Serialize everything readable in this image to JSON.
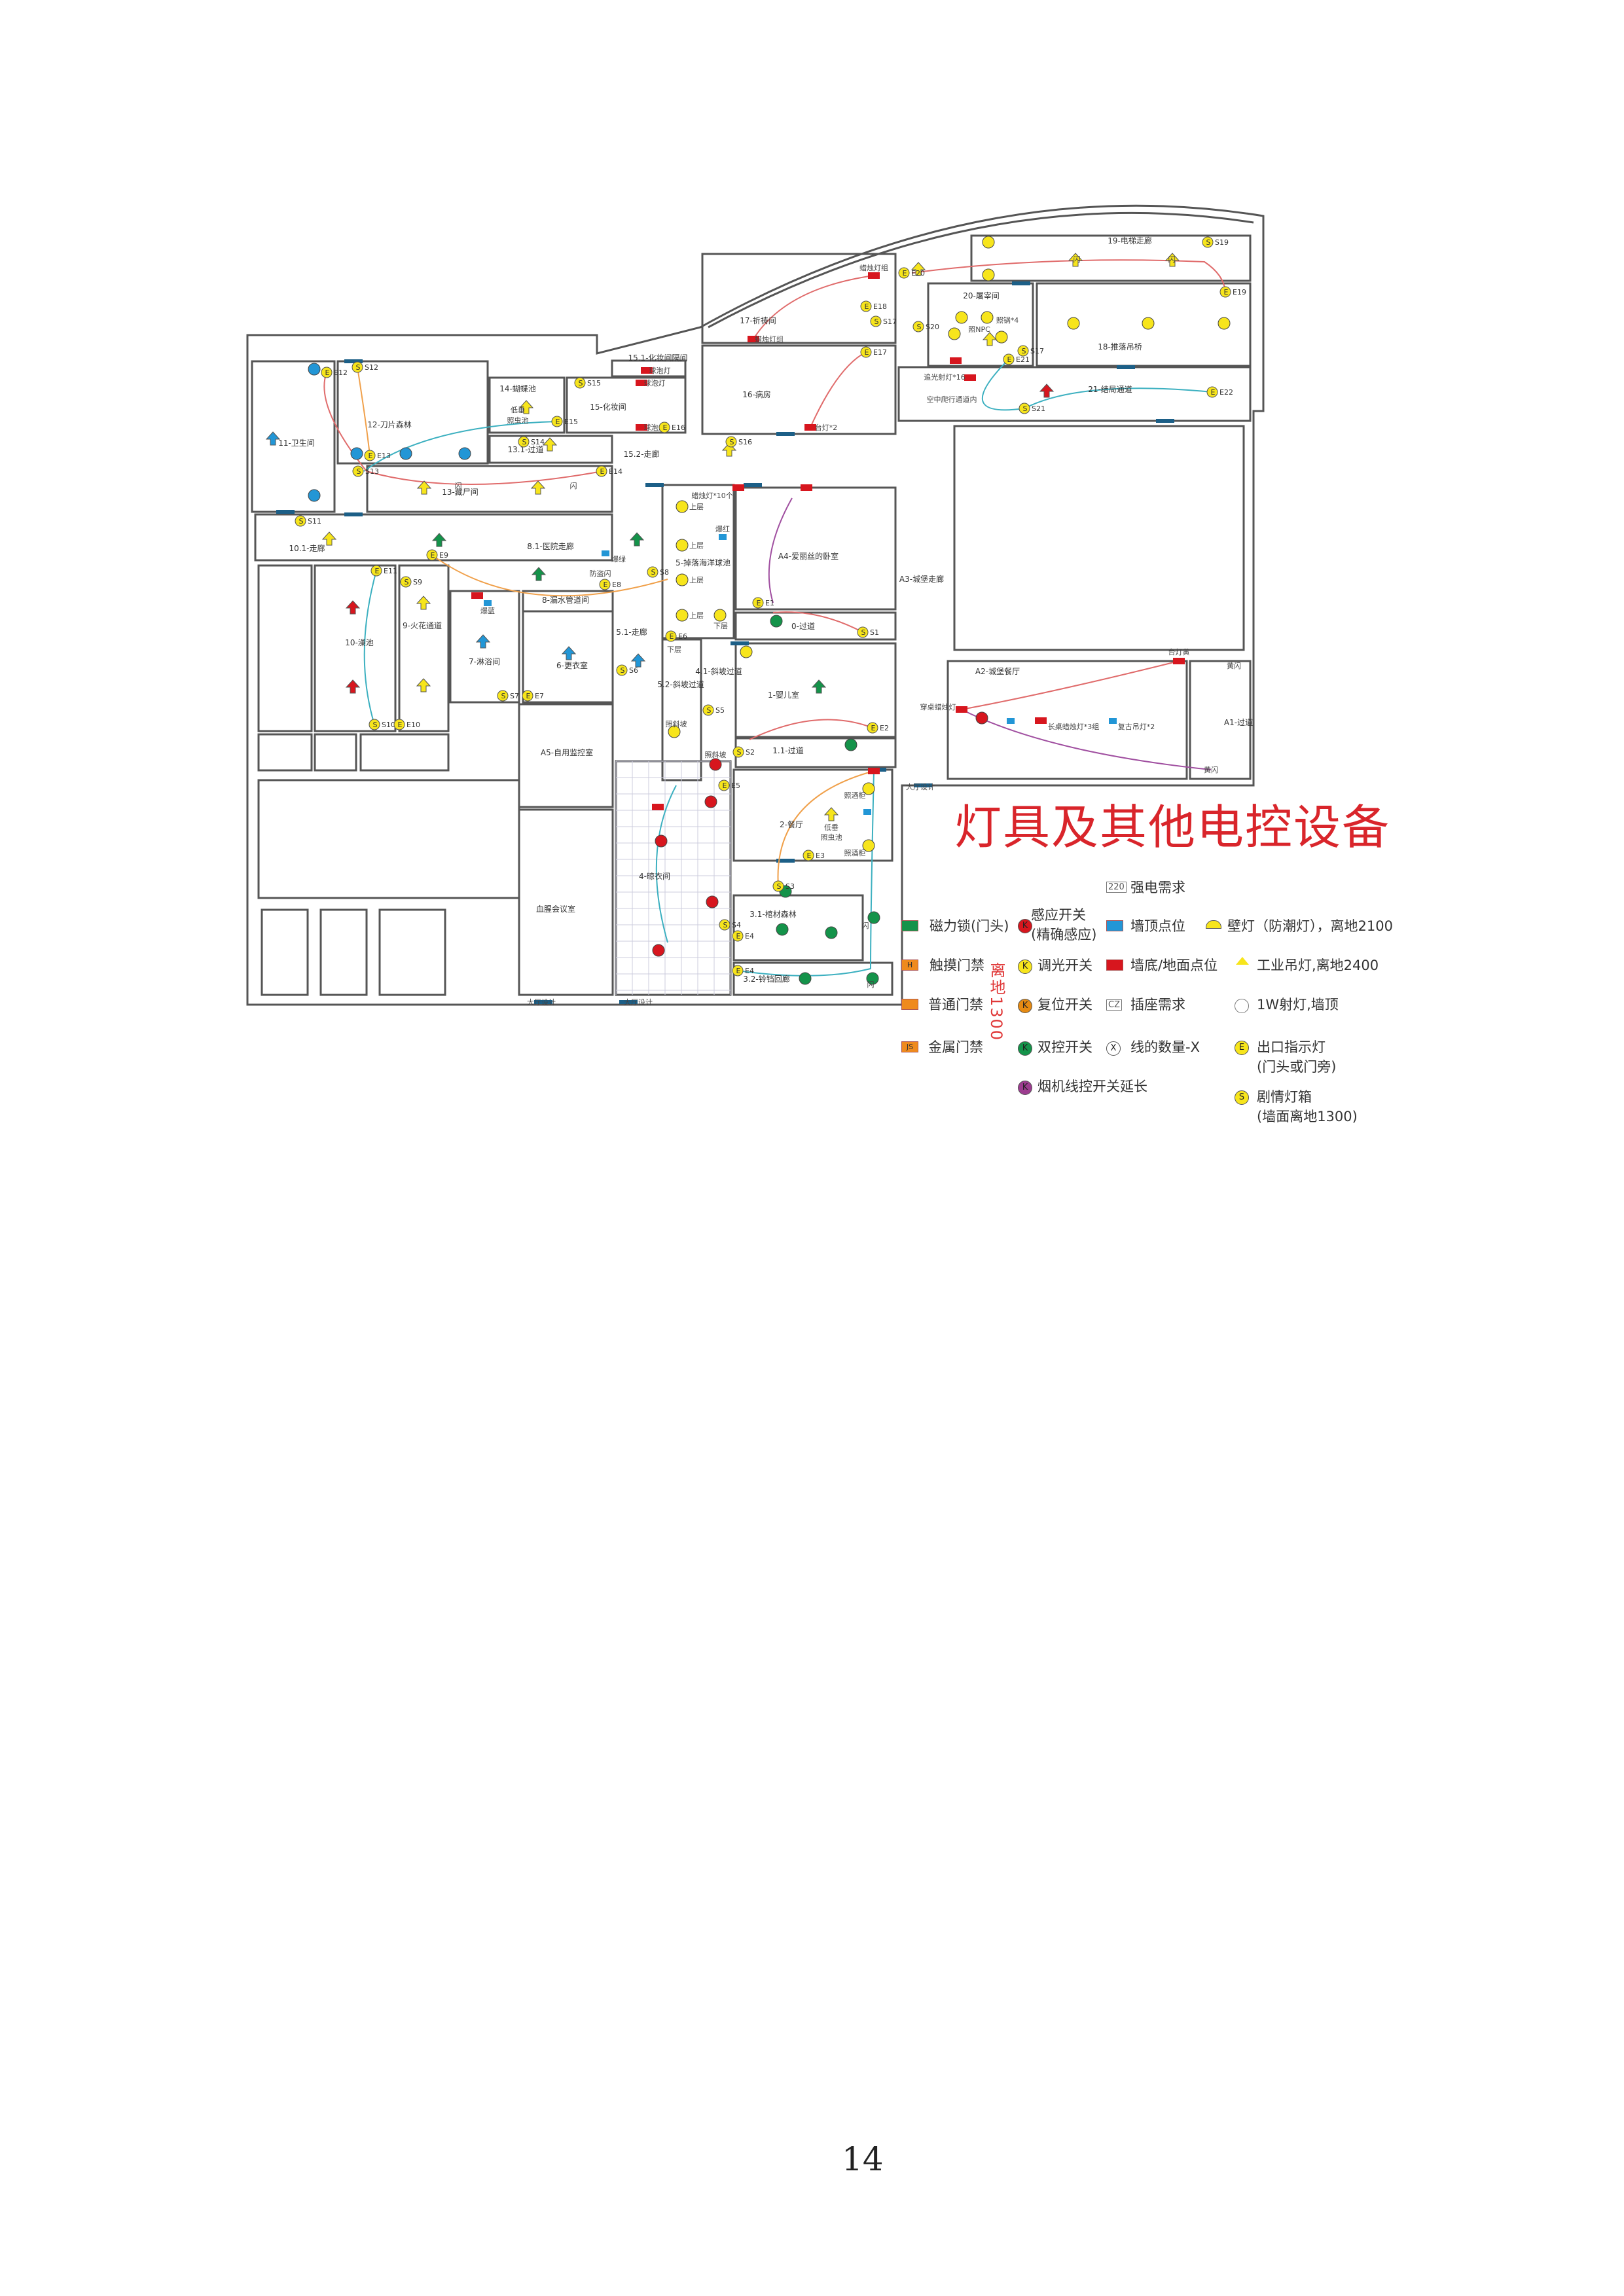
{
  "title": "灯具及其他电控设备",
  "page_number": "14",
  "legend": {
    "height_note": "离地1300",
    "items": [
      {
        "key": "strong_power",
        "label": "强电需求",
        "symbol": "220"
      },
      {
        "key": "maglock",
        "label": "磁力锁(门头)",
        "color": "#14934a"
      },
      {
        "key": "touch_access",
        "label": "触摸门禁",
        "color": "#ef8a1e",
        "symbol": "H"
      },
      {
        "key": "normal_access",
        "label": "普通门禁",
        "color": "#ef8a1e"
      },
      {
        "key": "metal_access",
        "label": "金属门禁",
        "color": "#ef8a1e",
        "symbol": "JS"
      },
      {
        "key": "sensor_switch",
        "label": "感应开关",
        "label2": "(精确感应)",
        "color": "#d7161e",
        "symbol": "K"
      },
      {
        "key": "dimmer",
        "label": "调光开关",
        "color": "#f7e51c",
        "symbol": "K"
      },
      {
        "key": "reset_switch",
        "label": "复位开关",
        "color": "#e58a12",
        "symbol": "K"
      },
      {
        "key": "dual_switch",
        "label": "双控开关",
        "color": "#14934a",
        "symbol": "K"
      },
      {
        "key": "hood_switch",
        "label": "烟机线控开关延长",
        "color": "#9c3c8f",
        "symbol": "K"
      },
      {
        "key": "ceiling_point",
        "label": "墙顶点位",
        "color": "#2296d6"
      },
      {
        "key": "floor_point",
        "label": "墙底/地面点位",
        "color": "#d7161e"
      },
      {
        "key": "socket",
        "label": "插座需求",
        "symbol": "CZ"
      },
      {
        "key": "wire_count",
        "label": "线的数量-X",
        "symbol": "X"
      },
      {
        "key": "wall_lamp",
        "label": "壁灯（防潮灯），离地2100",
        "color": "#f7e51c"
      },
      {
        "key": "pendant",
        "label": "工业吊灯,离地2400",
        "color": "#f7e51c"
      },
      {
        "key": "spot",
        "label": "1W射灯,墙顶"
      },
      {
        "key": "exit_sign",
        "label": "出口指示灯",
        "label2": "(门头或门旁)",
        "color": "#f7e51c",
        "symbol": "E"
      },
      {
        "key": "story_box",
        "label": "剧情灯箱",
        "label2": "(墙面离地1300)",
        "color": "#f7e51c",
        "symbol": "S"
      }
    ]
  },
  "rooms": [
    "11-卫生间",
    "12-刀片森林",
    "13-藏尸间",
    "13.1-过道",
    "14-蝴蝶池",
    "15-化妆间",
    "15.1-化妆间隔间",
    "15.2-走廊",
    "16-病房",
    "17-祈祷间",
    "18-推落吊桥",
    "19-电梯走廊",
    "20-屠宰间",
    "21-结局通道",
    "10.1-走廊",
    "10-澡池",
    "9-火花通道",
    "7-淋浴间",
    "6-更衣室",
    "8-漏水管道间",
    "8.1-医院走廊",
    "5-掉落海洋球池",
    "5.1-走廊",
    "5.2-斜坡过道",
    "4.1-斜坡过道",
    "A4-爱丽丝的卧室",
    "A3-城堡走廊",
    "0-过道",
    "1-婴儿室",
    "1.1-过道",
    "2-餐厅",
    "3.1-棺材森林",
    "3.2-铃铛回廊",
    "4-晾衣间",
    "A5-自用监控室",
    "血腥会议室",
    "A2-城堡餐厅",
    "A1-过道"
  ],
  "markers": [
    "S1",
    "S2",
    "S3",
    "S4",
    "S5",
    "S6",
    "S7",
    "S8",
    "S9",
    "S10",
    "S11",
    "S12",
    "S13",
    "S14",
    "S15",
    "S16",
    "S17",
    "S17",
    "S19",
    "S20",
    "S21",
    "E1",
    "E2",
    "E3",
    "E4",
    "E4",
    "E5",
    "E6",
    "E7",
    "E8",
    "E9",
    "E10",
    "E11",
    "E12",
    "E13",
    "E14",
    "E15",
    "E16",
    "E17",
    "E18",
    "E19",
    "E20",
    "E21",
    "E22"
  ],
  "annotations": [
    "蜡烛灯组",
    "蜡烛灯组",
    "台灯*2",
    "球泡灯",
    "球泡灯",
    "球泡灯",
    "照NPC",
    "照锅*4",
    "追光射灯*16",
    "空中爬行通道内",
    "低垂",
    "照虫池",
    "蜡烛灯*10个",
    "上层",
    "上层",
    "上层",
    "上层",
    "下层",
    "下层",
    "防盗闪",
    "爆绿",
    "爆红",
    "爆蓝",
    "照斜坡",
    "照斜坡",
    "照酒柜",
    "照酒柜",
    "低垂",
    "照虫池",
    "台灯黄",
    "黄闪",
    "黄闪",
    "穿桌蜡烛灯",
    "长桌蜡烛灯*3组",
    "复古吊灯*2",
    "大厅设计",
    "大厅设计",
    "大厅设计",
    "闪",
    "闪",
    "闪",
    "闪",
    "闪",
    "闪"
  ],
  "colors": {
    "wall": "#555555",
    "title": "#d9252b",
    "yellow": "#f7e51c",
    "blue": "#2296d6",
    "red": "#d7161e",
    "green": "#14934a",
    "door": "#1c5f87"
  }
}
